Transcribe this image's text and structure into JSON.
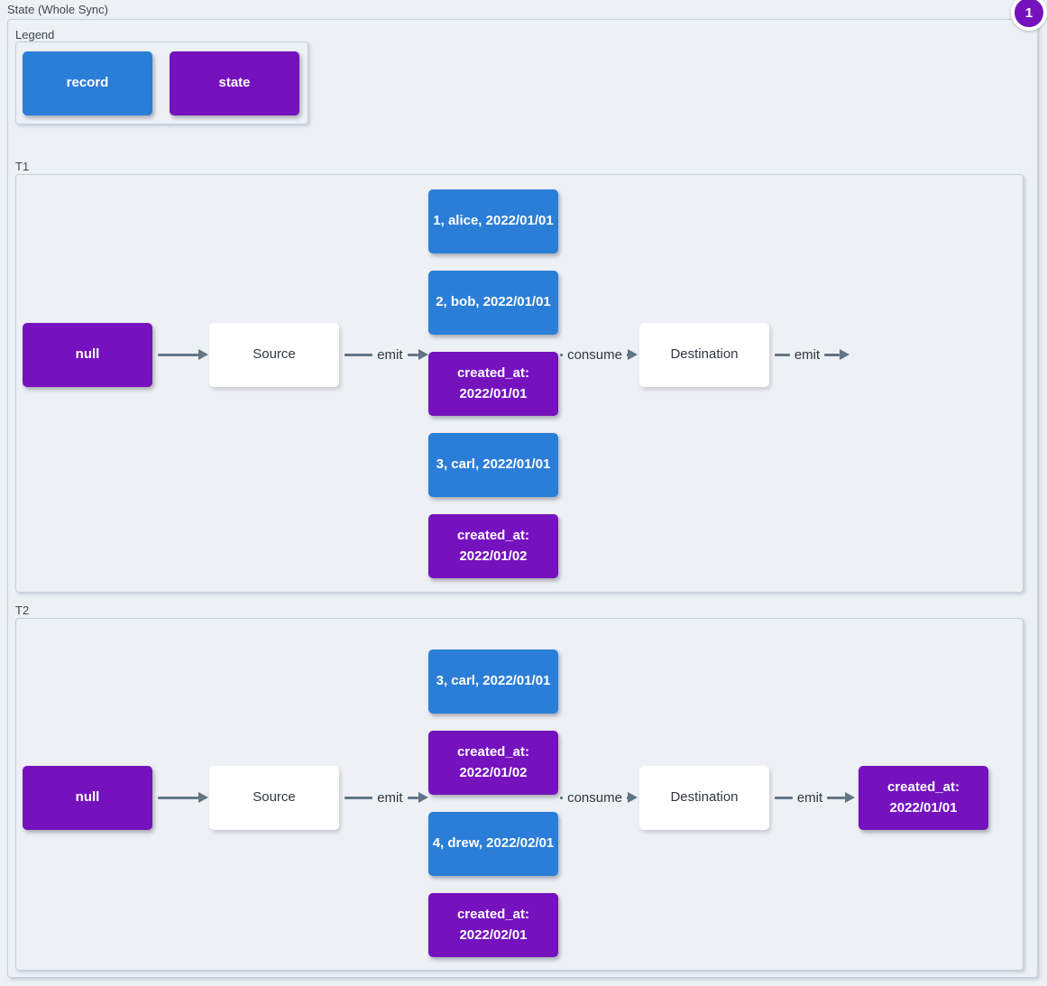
{
  "page": {
    "title": "State (Whole Sync)",
    "badge": "1"
  },
  "colors": {
    "record_blue": "#2b7ed8",
    "state_purple": "#7512be",
    "arrow_gray": "#617585",
    "background": "#edf0f4"
  },
  "legend": {
    "label": "Legend",
    "items": [
      {
        "label": "record",
        "type": "record"
      },
      {
        "label": "state",
        "type": "state"
      }
    ]
  },
  "t1": {
    "label": "T1",
    "null_node": "null",
    "source": "Source",
    "destination": "Destination",
    "emit_label_1": "emit",
    "consume_label": "consume",
    "emit_label_2": "emit",
    "stack": [
      {
        "text": "1, alice, 2022/01/01",
        "type": "record"
      },
      {
        "text": "2, bob, 2022/01/01",
        "type": "record"
      },
      {
        "text": "created_at:\n2022/01/01",
        "type": "state"
      },
      {
        "text": "3, carl, 2022/01/01",
        "type": "record"
      },
      {
        "text": "created_at:\n2022/01/02",
        "type": "state"
      }
    ]
  },
  "t2": {
    "label": "T2",
    "null_node": "null",
    "source": "Source",
    "destination": "Destination",
    "emit_label_1": "emit",
    "consume_label": "consume",
    "emit_label_2": "emit",
    "stack": [
      {
        "text": "3, carl, 2022/01/01",
        "type": "record"
      },
      {
        "text": "created_at:\n2022/01/02",
        "type": "state"
      },
      {
        "text": "4, drew, 2022/02/01",
        "type": "record"
      },
      {
        "text": "created_at:\n2022/02/01",
        "type": "state"
      }
    ],
    "output": {
      "text": "created_at:\n2022/01/01",
      "type": "state"
    }
  }
}
